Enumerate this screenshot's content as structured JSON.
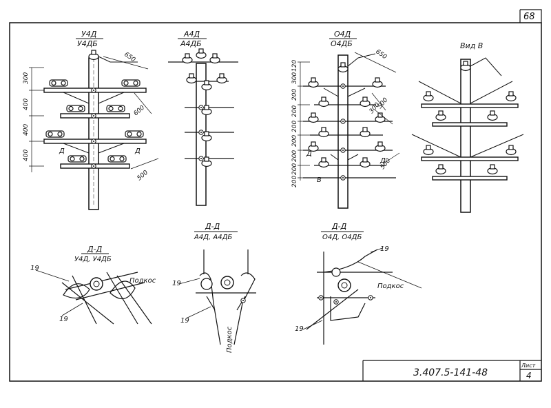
{
  "sheet": {
    "page_number": "68",
    "doc_code": "3.407.5-141-48",
    "sheet_label": "Лист",
    "sheet_number": "4"
  },
  "views": {
    "u4d": {
      "title": "У4Д",
      "subtitle": "У4ДБ",
      "dims_v": [
        "300",
        "400",
        "400",
        "400"
      ],
      "dim_650": "650",
      "dim_600": "600",
      "dim_500": "500",
      "sec": "Д"
    },
    "a4d": {
      "title": "А4Д",
      "subtitle": "А4ДБ"
    },
    "o4d": {
      "title": "О4Д",
      "subtitle": "О4ДБ",
      "dims_v": [
        "120",
        "300",
        "200",
        "200",
        "200",
        "200",
        "200",
        "200",
        "200"
      ],
      "dim_650": "650",
      "dim_500": "500",
      "dim_300": "300",
      "dim_500b": "500",
      "sec": "Д",
      "view_mark": "В"
    },
    "vid_v": {
      "title": "Вид В"
    }
  },
  "sections": {
    "u4d": {
      "title": "Д-Д",
      "subtitle": "У4Д, У4ДБ",
      "callout_a": "19",
      "callout_b": "19",
      "label": "Подкос"
    },
    "a4d": {
      "title": "Д-Д",
      "subtitle": "А4Д, А4ДБ",
      "callout_a": "19",
      "callout_b": "19",
      "label": "Подкос"
    },
    "o4d": {
      "title": "Д-Д",
      "subtitle": "О4Д, О4ДБ",
      "callout_a": "19",
      "callout_b": "19",
      "label": "Подкос"
    }
  }
}
